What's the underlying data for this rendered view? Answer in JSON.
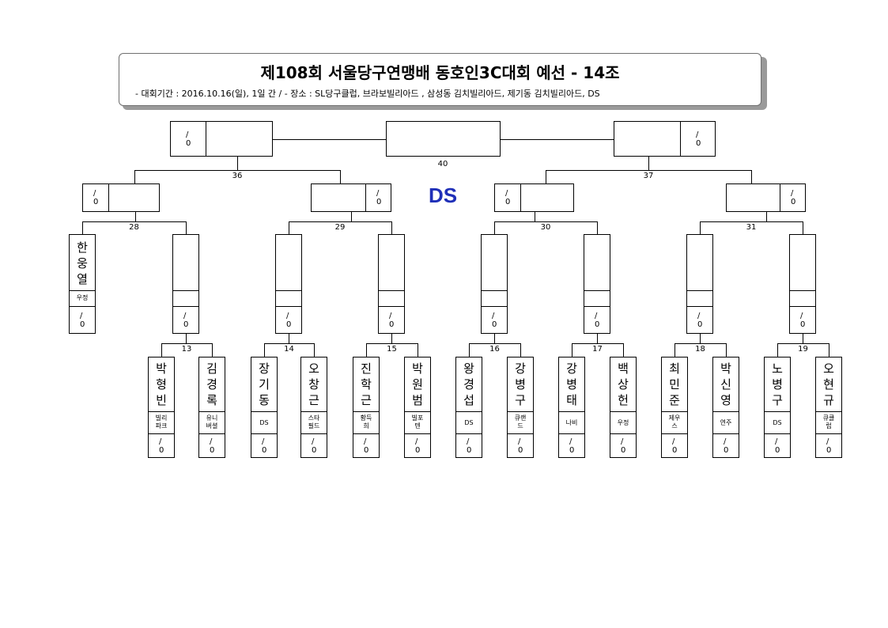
{
  "header": {
    "title": "제108회 서울당구연맹배 동호인3C대회 예선 - 14조",
    "subtitle": "- 대회기간 : 2016.10.16(일), 1일 간 / - 장소 : SL당구클럽, 브라보빌리아드 , 삼성동 김치빌리아드, 제기동 김치빌리아드, DS"
  },
  "center_label": "DS",
  "score_text": {
    "slash": "/",
    "zero": "0"
  },
  "match_numbers": [
    "13",
    "14",
    "15",
    "16",
    "17",
    "18",
    "19",
    "28",
    "29",
    "30",
    "31",
    "36",
    "37",
    "40"
  ],
  "bye_player": {
    "name": "한웅열",
    "club": "우정"
  },
  "players": [
    {
      "name": "박형빈",
      "club": "빌리 파크"
    },
    {
      "name": "김경록",
      "club": "유니 버셜"
    },
    {
      "name": "장기동",
      "club": "DS"
    },
    {
      "name": "오창근",
      "club": "스타 필드"
    },
    {
      "name": "진학근",
      "club": "황득 희"
    },
    {
      "name": "박원범",
      "club": "빌포 텐"
    },
    {
      "name": "왕경섭",
      "club": "DS"
    },
    {
      "name": "강병구",
      "club": "큐랜 드"
    },
    {
      "name": "강병태",
      "club": "나비"
    },
    {
      "name": "백상헌",
      "club": "우정"
    },
    {
      "name": "최민준",
      "club": "제우 스"
    },
    {
      "name": "박신영",
      "club": "연주"
    },
    {
      "name": "노병구",
      "club": "DS"
    },
    {
      "name": "오현규",
      "club": "큐클 럽"
    }
  ]
}
